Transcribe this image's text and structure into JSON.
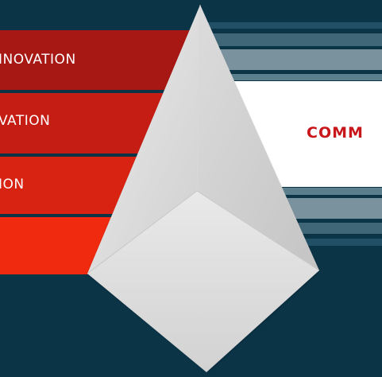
{
  "bands": [
    {
      "label": "INOVATION"
    },
    {
      "label": "VATION"
    },
    {
      "label": "ION"
    },
    {
      "label": ""
    }
  ],
  "panel": {
    "label": "COMM"
  },
  "colors": {
    "background": "#0c3447",
    "band_1": "#a71814",
    "band_2": "#c51d14",
    "band_3": "#d92312",
    "band_4": "#ef2a0f",
    "panel_text": "#c8161b"
  },
  "graphic": {
    "pyramid": "pyramid-graphic"
  }
}
